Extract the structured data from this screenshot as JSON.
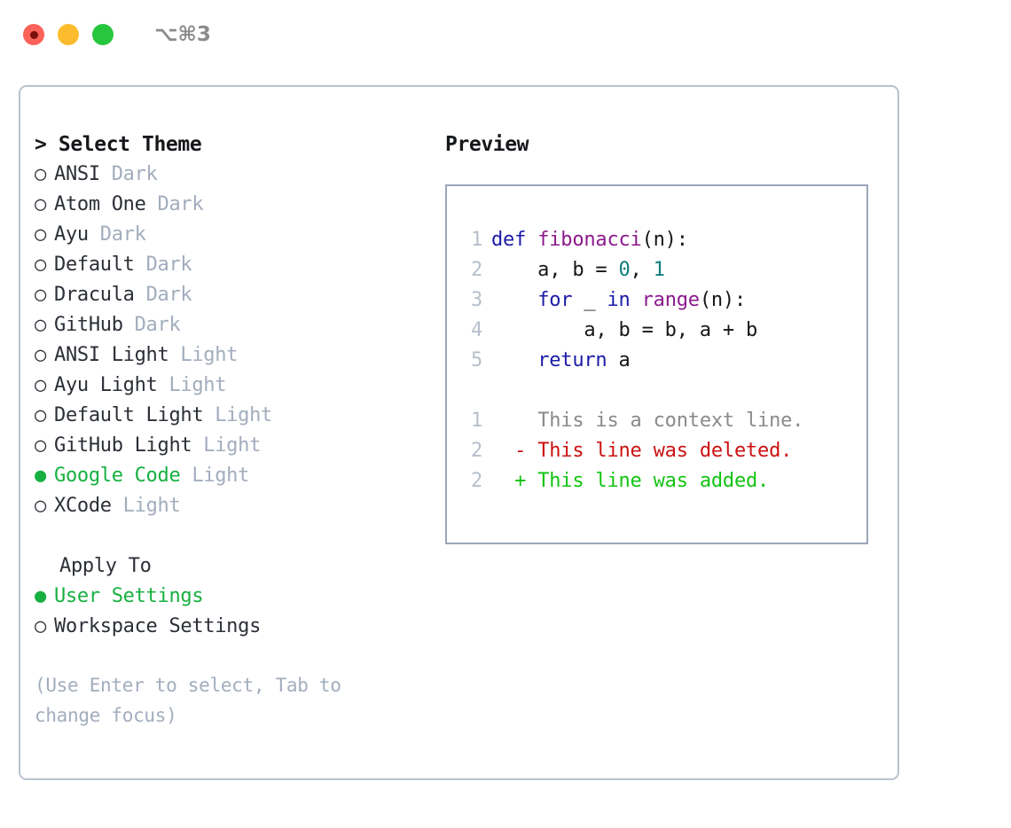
{
  "window": {
    "shortcut_label": "⌥⌘3",
    "controls": [
      {
        "name": "close",
        "color": "#fb6259"
      },
      {
        "name": "minimize",
        "color": "#fcbc2e"
      },
      {
        "name": "maximize",
        "color": "#27c63f"
      }
    ]
  },
  "theme_picker": {
    "caret": "> ",
    "title": "Select Theme",
    "bullet_selected": "●",
    "bullet_unselected": "○",
    "selected_color": "#17b040",
    "items": [
      {
        "label": "ANSI",
        "tag": "Dark",
        "selected": false
      },
      {
        "label": "Atom One",
        "tag": "Dark",
        "selected": false
      },
      {
        "label": "Ayu",
        "tag": "Dark",
        "selected": false
      },
      {
        "label": "Default",
        "tag": "Dark",
        "selected": false
      },
      {
        "label": "Dracula",
        "tag": "Dark",
        "selected": false
      },
      {
        "label": "GitHub",
        "tag": "Dark",
        "selected": false
      },
      {
        "label": "ANSI Light",
        "tag": "Light",
        "selected": false
      },
      {
        "label": "Ayu Light",
        "tag": "Light",
        "selected": false
      },
      {
        "label": "Default Light",
        "tag": "Light",
        "selected": false
      },
      {
        "label": "GitHub Light",
        "tag": "Light",
        "selected": false
      },
      {
        "label": "Google Code",
        "tag": "Light",
        "selected": true
      },
      {
        "label": "XCode",
        "tag": "Light",
        "selected": false
      }
    ]
  },
  "apply_to": {
    "title": "Apply To",
    "items": [
      {
        "label": "User Settings",
        "selected": true
      },
      {
        "label": "Workspace Settings",
        "selected": false
      }
    ]
  },
  "hint": {
    "line1": "(Use Enter to select, Tab to",
    "line2": "change focus)"
  },
  "preview": {
    "title": "Preview",
    "code_lines": [
      {
        "number": "1",
        "tokens": [
          {
            "text": "def ",
            "type": "kw"
          },
          {
            "text": "fibonacci",
            "type": "fn"
          },
          {
            "text": "(n):",
            "type": "txt"
          }
        ]
      },
      {
        "number": "2",
        "tokens": [
          {
            "text": "    a, b = ",
            "type": "txt"
          },
          {
            "text": "0",
            "type": "num"
          },
          {
            "text": ", ",
            "type": "txt"
          },
          {
            "text": "1",
            "type": "num"
          }
        ]
      },
      {
        "number": "3",
        "tokens": [
          {
            "text": "    ",
            "type": "txt"
          },
          {
            "text": "for",
            "type": "kw"
          },
          {
            "text": " _ ",
            "type": "txt"
          },
          {
            "text": "in",
            "type": "kw"
          },
          {
            "text": " ",
            "type": "txt"
          },
          {
            "text": "range",
            "type": "fn"
          },
          {
            "text": "(n):",
            "type": "txt"
          }
        ]
      },
      {
        "number": "4",
        "tokens": [
          {
            "text": "        a, b = b, a + b",
            "type": "txt"
          }
        ]
      },
      {
        "number": "5",
        "tokens": [
          {
            "text": "    ",
            "type": "txt"
          },
          {
            "text": "return",
            "type": "kw"
          },
          {
            "text": " a",
            "type": "txt"
          }
        ]
      }
    ],
    "diff_lines": [
      {
        "number": "1",
        "marker": "  ",
        "text": "This is a context line.",
        "type": "ctx"
      },
      {
        "number": "2",
        "marker": "- ",
        "text": "This line was deleted.",
        "type": "del"
      },
      {
        "number": "2",
        "marker": "+ ",
        "text": "This line was added.",
        "type": "add"
      }
    ]
  },
  "colors": {
    "keyword": "#1b1ba8",
    "function": "#8b1a8b",
    "number": "#0f7d7d",
    "context": "#8a8a8a",
    "deleted": "#cc1111",
    "added": "#12c412",
    "muted": "#a2adbd",
    "border": "#b9c2cf"
  }
}
